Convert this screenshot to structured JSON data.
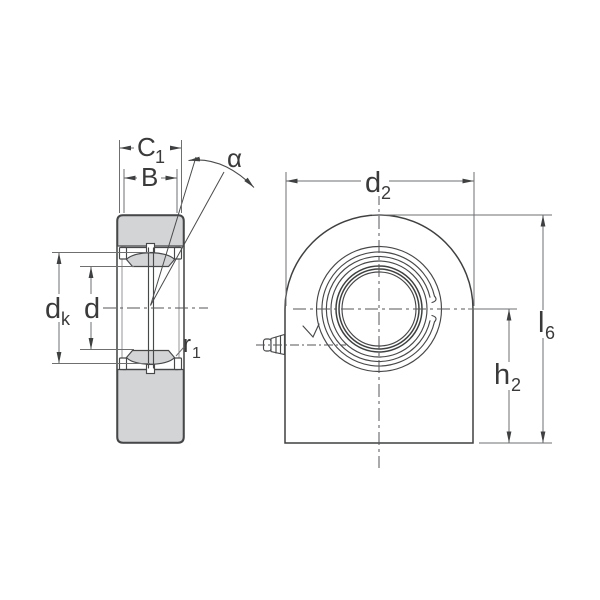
{
  "drawing": {
    "type": "technical-drawing",
    "subject": "Spherical plain bearing rod end - cross-section and front view",
    "colors": {
      "background": "#ffffff",
      "object_line": "#3f4041",
      "dimension_line": "#6e6f71",
      "centerline": "#55565a",
      "fill_gray": "#d3d4d5",
      "text": "#3a3a3a"
    },
    "left_view": {
      "name": "bearing-cross-section",
      "labels": {
        "c1": {
          "base": "C",
          "sub": "1"
        },
        "b": {
          "base": "B",
          "sub": ""
        },
        "alpha": {
          "base": "α",
          "sub": ""
        },
        "dk": {
          "base": "d",
          "sub": "k"
        },
        "d": {
          "base": "d",
          "sub": ""
        },
        "r1": {
          "base": "r",
          "sub": "1"
        }
      }
    },
    "right_view": {
      "name": "rod-end-front-view",
      "labels": {
        "d2": {
          "base": "d",
          "sub": "2"
        },
        "l6": {
          "base": "l",
          "sub": "6"
        },
        "h2": {
          "base": "h",
          "sub": "2"
        }
      }
    }
  }
}
